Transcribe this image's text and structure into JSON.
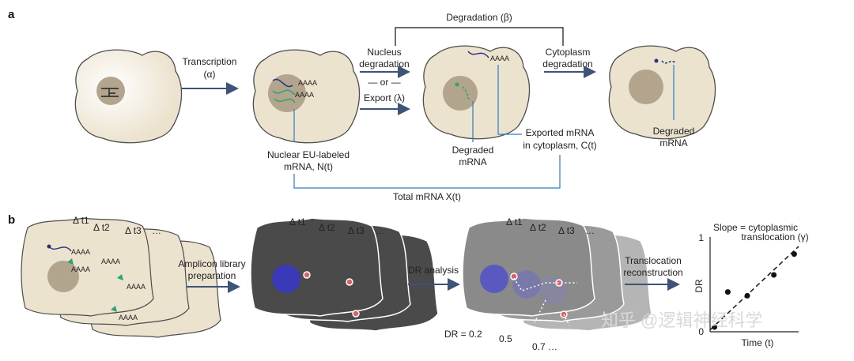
{
  "panel_a": {
    "label": "a",
    "transcription": [
      "Transcription",
      "(α)"
    ],
    "degradation_beta": "Degradation (β)",
    "nucleus_degradation": [
      "Nucleus",
      "degradation"
    ],
    "or": "— or —",
    "export": "Export (λ)",
    "cytoplasm_degradation": [
      "Cytoplasm",
      "degradation"
    ],
    "nuclear_label": [
      "Nuclear EU-labeled",
      "mRNA, N(t)"
    ],
    "degraded_mid": [
      "Degraded",
      "mRNA"
    ],
    "exported_label": [
      "Exported mRNA",
      "in cytoplasm, C(t)"
    ],
    "degraded_right": [
      "Degraded",
      "mRNA"
    ],
    "total_label": "Total mRNA X(t)",
    "polya": "AAAA"
  },
  "panel_b": {
    "label": "b",
    "time_labels": [
      "Δ t1",
      "Δ t2",
      "Δ t3",
      "…"
    ],
    "amplicon": [
      "Amplicon library",
      "preparation"
    ],
    "dr_analysis": "DR analysis",
    "dr_values": [
      "DR = 0.2",
      "0.5",
      "0.7 …"
    ],
    "translocation": [
      "Translocation",
      "reconstruction"
    ],
    "slope_label": [
      "Slope = cytoplasmic",
      "translocation (γ)"
    ],
    "polya": "AAAA"
  },
  "chart_data": {
    "type": "scatter",
    "xlabel": "Time (t)",
    "ylabel": "DR",
    "ytick_labels": [
      "1",
      "0"
    ],
    "points": [
      {
        "x": 0.05,
        "y": 0.05
      },
      {
        "x": 0.2,
        "y": 0.42
      },
      {
        "x": 0.42,
        "y": 0.38
      },
      {
        "x": 0.72,
        "y": 0.6
      },
      {
        "x": 0.95,
        "y": 0.82
      }
    ],
    "fit_line": {
      "x0": 0.0,
      "y0": 0.02,
      "x1": 1.0,
      "y1": 0.9,
      "style": "dashed"
    }
  },
  "watermark": "知乎 @逻辑神经科学",
  "colors": {
    "cell_fill": "#ece3cf",
    "cell_stroke": "#4d4d4d",
    "nucleus": "#b3a58d",
    "arrow": "#3d5478",
    "line_blue": "#2d7dc3",
    "navy_rna": "#26337f",
    "green_rna": "#2aa572",
    "dark_cell": "#4a4a4a",
    "gray_cell": "#9a9a9a",
    "blue_nucleus": "#3a3ab8",
    "red_dot": "#e06060"
  }
}
